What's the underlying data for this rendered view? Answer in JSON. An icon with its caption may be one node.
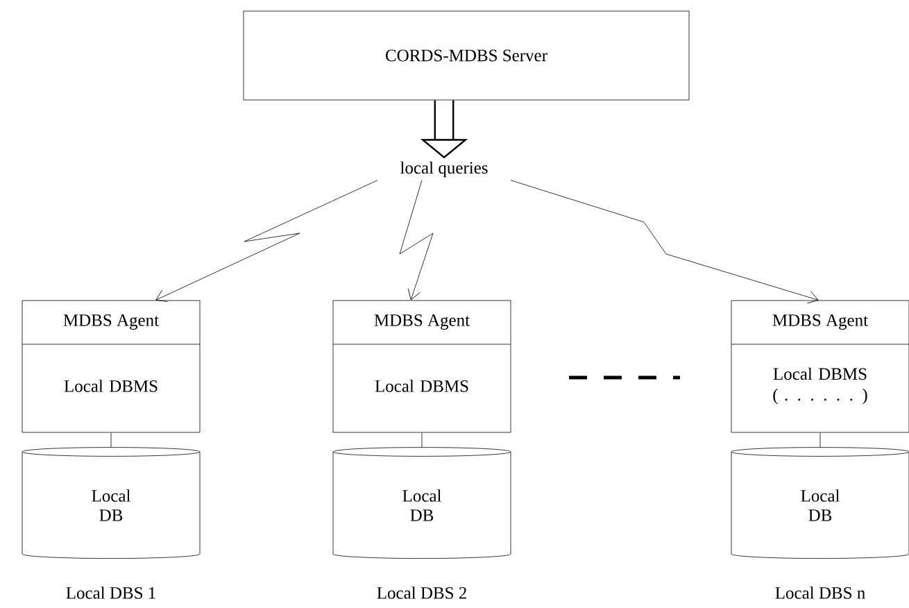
{
  "diagram": {
    "nodes": [
      {
        "text": [
          "CORDS-MDBS Server"
        ]
      },
      {
        "text": [
          "local queries"
        ]
      },
      {
        "text": [
          "MDBS Agent",
          "Local DBMS"
        ]
      },
      {
        "text": [
          "MDBS Agent",
          "Local DBMS"
        ]
      },
      {
        "text": [
          "MDBS Agent",
          "Local DBMS ( . . . . . . )"
        ]
      },
      {
        "text": [
          "Local DB"
        ],
        "beside": [
          "Local DBS  1"
        ]
      },
      {
        "text": [
          "Local DB"
        ],
        "beside": [
          "Local DBS  2"
        ]
      },
      {
        "text": [
          "Local DB"
        ],
        "beside": [
          "Local DBS  n"
        ]
      }
    ],
    "edges": [
      {
        "from": 0,
        "to": 1,
        "arrow": "to",
        "style": "thick"
      },
      {
        "from": 1,
        "to": 2,
        "arrow": "to"
      },
      {
        "from": 1,
        "to": 3,
        "arrow": "to"
      },
      {
        "from": 1,
        "to": 4,
        "arrow": "to"
      },
      {
        "from": 2,
        "to": 5,
        "arrow": "none"
      },
      {
        "from": 3,
        "to": 6,
        "arrow": "none"
      },
      {
        "from": 4,
        "to": 7,
        "arrow": "none"
      }
    ]
  }
}
